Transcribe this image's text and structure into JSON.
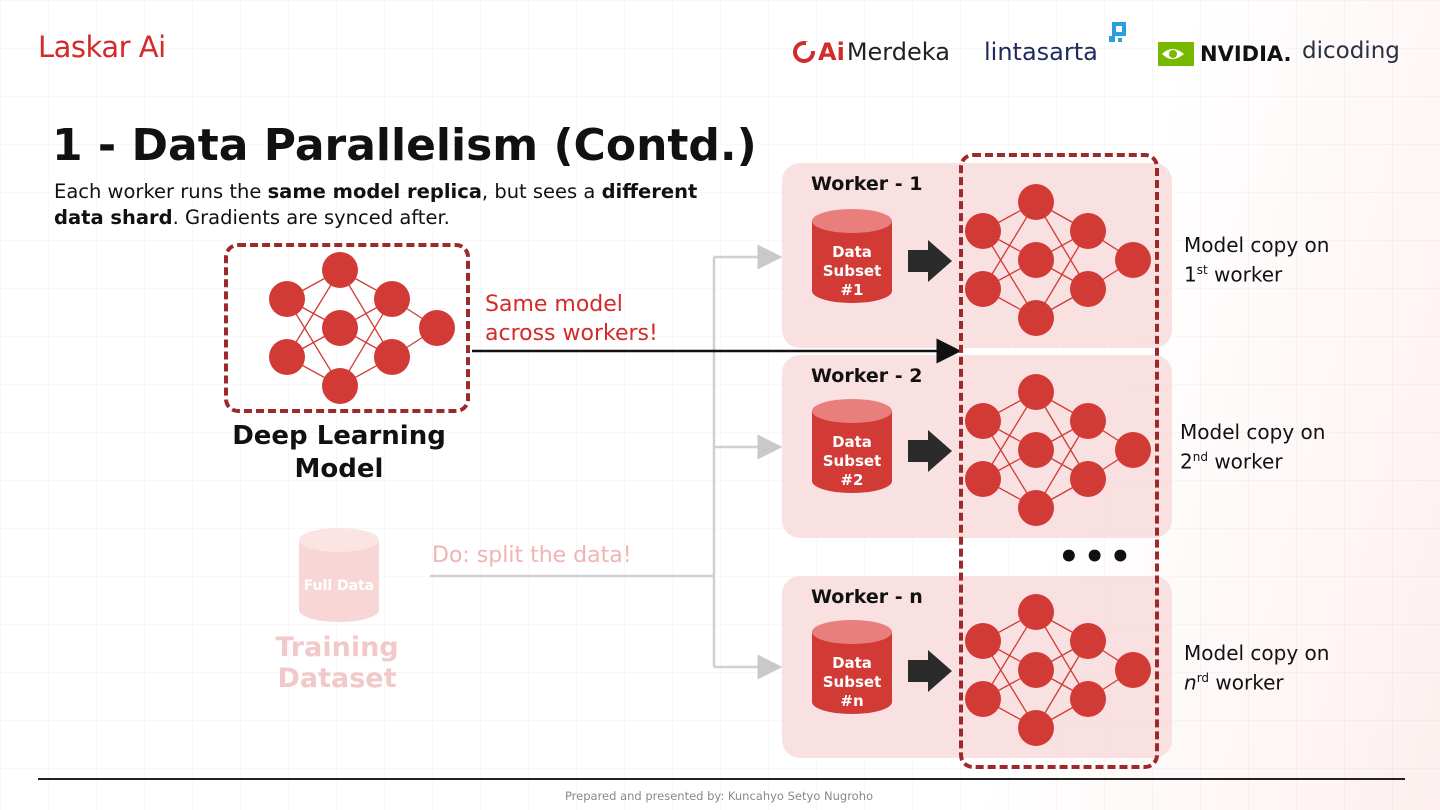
{
  "brand": "Laskar Ai",
  "partners": {
    "merdeka_ai": "Ai",
    "merdeka": "Merdeka",
    "lintasarta": "lintasarta",
    "nvidia": "NVIDIA.",
    "dicoding": "dicoding"
  },
  "slide": {
    "title": "1 - Data Parallelism (Contd.)",
    "subtitle_parts": {
      "p1": "Each worker runs the ",
      "b1": "same model replica",
      "p2": ", but sees a ",
      "b2": "different data shard",
      "p3": ". Gradients are synced after."
    }
  },
  "model": {
    "label": "Deep Learning Model",
    "callout_line1": "Same model",
    "callout_line2": "across workers!"
  },
  "dataset": {
    "cylinder_label": "Full Data",
    "label": "Training Dataset",
    "callout": "Do: split the data!"
  },
  "workers": [
    {
      "title": "Worker - 1",
      "subset_lines": [
        "Data",
        "Subset",
        "#1"
      ],
      "caption_line1": "Model copy on",
      "caption_ordinal": "1",
      "caption_sup": "st",
      "caption_rest": " worker"
    },
    {
      "title": "Worker - 2",
      "subset_lines": [
        "Data",
        "Subset",
        "#2"
      ],
      "caption_line1": "Model copy on",
      "caption_ordinal": "2",
      "caption_sup": "nd",
      "caption_rest": " worker"
    },
    {
      "title": "Worker - n",
      "subset_lines": [
        "Data",
        "Subset",
        "#n"
      ],
      "caption_line1": "Model copy on",
      "caption_ordinal": "n",
      "caption_sup": "rd",
      "caption_rest": " worker"
    }
  ],
  "ellipsis": "•••",
  "footer": "Prepared and presented by: Kuncahyo Setyo Nugroho",
  "colors": {
    "accent_red": "#d42a2a",
    "node_red": "#d23a36",
    "dash_border": "#9c2a2a",
    "worker_bg": "#f8dede",
    "faded_pink": "#f2c9c9"
  }
}
